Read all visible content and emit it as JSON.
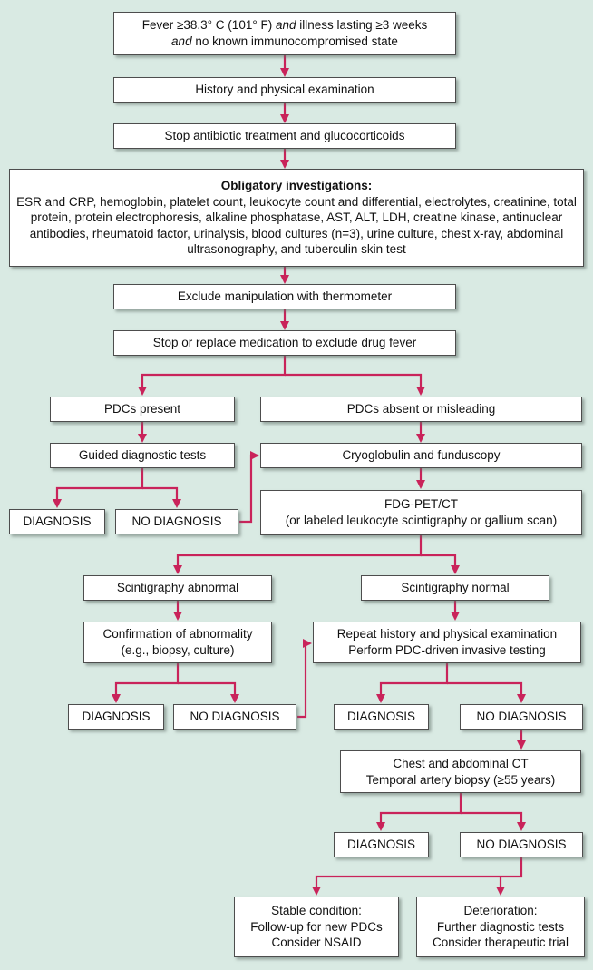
{
  "colors": {
    "background": "#d9eae3",
    "box_background": "#ffffff",
    "box_border": "#4d4d4d",
    "arrow": "#c9235a",
    "text": "#111111"
  },
  "nodes": {
    "criteria": {
      "l1a": "Fever ≥38.3° C (101° F)",
      "l1b": "and",
      "l1c": "illness lasting ≥3 weeks",
      "l2a": "and",
      "l2b": "no known immunocompromised state"
    },
    "history": "History and physical examination",
    "stop_antibiotics": "Stop antibiotic treatment and glucocorticoids",
    "obligatory": {
      "title": "Obligatory investigations:",
      "body": "ESR and CRP, hemoglobin, platelet count, leukocyte count and differential, electrolytes, creatinine, total protein, protein electrophoresis, alkaline phosphatase, AST, ALT, LDH, creatine kinase, antinuclear antibodies, rheumatoid factor, urinalysis, blood cultures (n=3), urine culture, chest x-ray, abdominal ultrasonography, and tuberculin skin test"
    },
    "thermometer": "Exclude manipulation with thermometer",
    "drug_fever": "Stop or replace medication to exclude drug fever",
    "pdcs_present": "PDCs present",
    "pdcs_absent": "PDCs absent or misleading",
    "guided_tests": "Guided diagnostic tests",
    "cryoglobulin": "Cryoglobulin and funduscopy",
    "diagnosis_1": "DIAGNOSIS",
    "no_diagnosis_1": "NO DIAGNOSIS",
    "fdg_pet": {
      "line1": "FDG-PET/CT",
      "line2": "(or labeled leukocyte scintigraphy or gallium scan)"
    },
    "scintigraphy_abnormal": "Scintigraphy abnormal",
    "scintigraphy_normal": "Scintigraphy normal",
    "confirmation": {
      "line1": "Confirmation of abnormality",
      "line2": "(e.g., biopsy, culture)"
    },
    "repeat_history": {
      "line1": "Repeat history and physical examination",
      "line2": "Perform PDC-driven invasive testing"
    },
    "diagnosis_2": "DIAGNOSIS",
    "no_diagnosis_2": "NO DIAGNOSIS",
    "diagnosis_3": "DIAGNOSIS",
    "no_diagnosis_3": "NO DIAGNOSIS",
    "chest_ct": {
      "line1": "Chest and abdominal CT",
      "line2": "Temporal artery biopsy (≥55 years)"
    },
    "diagnosis_4": "DIAGNOSIS",
    "no_diagnosis_4": "NO DIAGNOSIS",
    "stable": {
      "line1": "Stable condition:",
      "line2": "Follow-up for new PDCs",
      "line3": "Consider NSAID"
    },
    "deterioration": {
      "line1": "Deterioration:",
      "line2": "Further diagnostic tests",
      "line3": "Consider therapeutic trial"
    }
  }
}
